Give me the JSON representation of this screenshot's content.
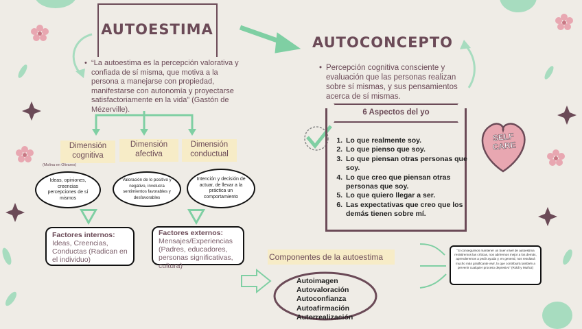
{
  "autoestima": {
    "title": "AUTOESTIMA",
    "definition": "“La autoestima es la percepción valorativa y confiada de sí misma, que motiva a la persona a manejarse con propiedad, manifestarse con autonomía y proyectarse satisfactoriamente en la vida” (Gastón de Mézerville).",
    "dimensions": [
      {
        "label": "Dimensión cognitiva",
        "description": "Ideas, opiniones, creencias percepciones de sí mismos"
      },
      {
        "label": "Dimensión afectiva",
        "description": "Valoración de lo positivo y negativo, involucra sentimientos favorables y desfavorables"
      },
      {
        "label": "Dimensión conductual",
        "description": "Intención y decisión de actuar, de llevar a la práctica un comportamiento"
      }
    ],
    "citation": "(Molina en Olivares)",
    "internal": {
      "title": "Factores internos:",
      "text": "Ideas, Creencias, Conductas (Radican en el individuo)"
    },
    "external": {
      "title": "Factores externos:",
      "text": "Mensajes/Experiencias (Padres, educadores, personas significativas, cultura)"
    }
  },
  "autoconcepto": {
    "title": "AUTOCONCEPTO",
    "definition": "Percepción cognitiva consciente y evaluación que las personas realizan sobre sí mismas, y sus pensamientos acerca de sí mismas.",
    "aspects_title": "6 Aspectos del yo",
    "aspects": [
      "Lo que realmente soy.",
      "Lo que pienso que soy.",
      "Lo que piensan otras personas que soy.",
      "Lo que creo que piensan otras personas que soy.",
      "Lo que quiero llegar a ser.",
      "Las expectativas que creo que los demás tienen sobre mí."
    ]
  },
  "components": {
    "title": "Componentes de la autoestima",
    "items": [
      "Autoimagen",
      "Autovaloración",
      "Autoconfianza",
      "Autoafirmación",
      "Autorrealización"
    ]
  },
  "sticker": {
    "text": "SELF CARE"
  },
  "quote": {
    "text": "“Si conseguimos mantener un buen nivel de autoestima resistiremos las críticas, nos abriremos mejor a los demás, aprenderemos a pedir ayuda y, en general, nos resultará mucho más gratificante vivir, lo que contribuirá también a prevenir cualquier proceso depresivo” (Roldi y Muñoz)"
  },
  "colors": {
    "accent": "#6b4a57",
    "green": "#7fcfa3",
    "cream": "#f7ecc7",
    "background": "#efece6"
  }
}
